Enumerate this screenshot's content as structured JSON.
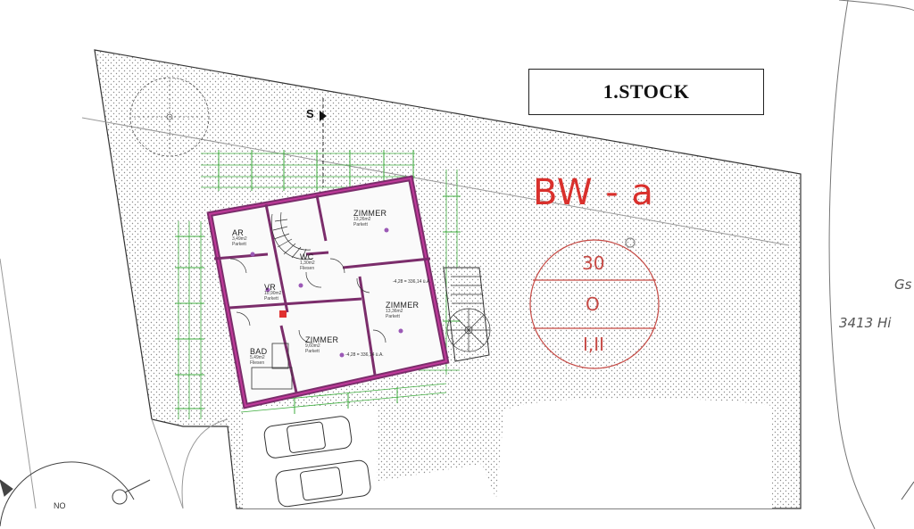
{
  "title": "1.STOCK",
  "zone": {
    "label": "BW - a",
    "badge": {
      "top": "30",
      "middle": "O",
      "bottom": "I,II"
    }
  },
  "rooms": [
    {
      "id": "ar",
      "name": "AR",
      "area": "3,49m2",
      "floor": "Parkett"
    },
    {
      "id": "zimmer-top",
      "name": "ZIMMER",
      "area": "13,26m2",
      "floor": "Parkett"
    },
    {
      "id": "wc",
      "name": "WC",
      "area": "1,30m2",
      "floor": "Fliesen"
    },
    {
      "id": "vr",
      "name": "VR",
      "area": "10,90m2",
      "floor": "Parkett"
    },
    {
      "id": "zimmer-right",
      "name": "ZIMMER",
      "area": "13,36m2",
      "floor": "Parkett"
    },
    {
      "id": "bad",
      "name": "BAD",
      "area": "5,49m2",
      "floor": "Fliesen"
    },
    {
      "id": "zimmer-bottom",
      "name": "ZIMMER",
      "area": "9,60m2",
      "floor": "Parkett"
    }
  ],
  "address": {
    "line1": "Gs",
    "line2": "3413 Hi"
  },
  "markers": {
    "section": "S",
    "compass": "NO"
  },
  "level_labels": [
    "-4,28 = 336,14 ü.A.",
    "-4,28 = 336,14 ü.A."
  ],
  "colors": {
    "walls": "#7b2d6b",
    "wall_fill": "#c0399a",
    "dimensions": "#3fae3f",
    "zone_text": "#d9302c",
    "badge": "#c64a45",
    "stipple": "#9a9a9a"
  }
}
